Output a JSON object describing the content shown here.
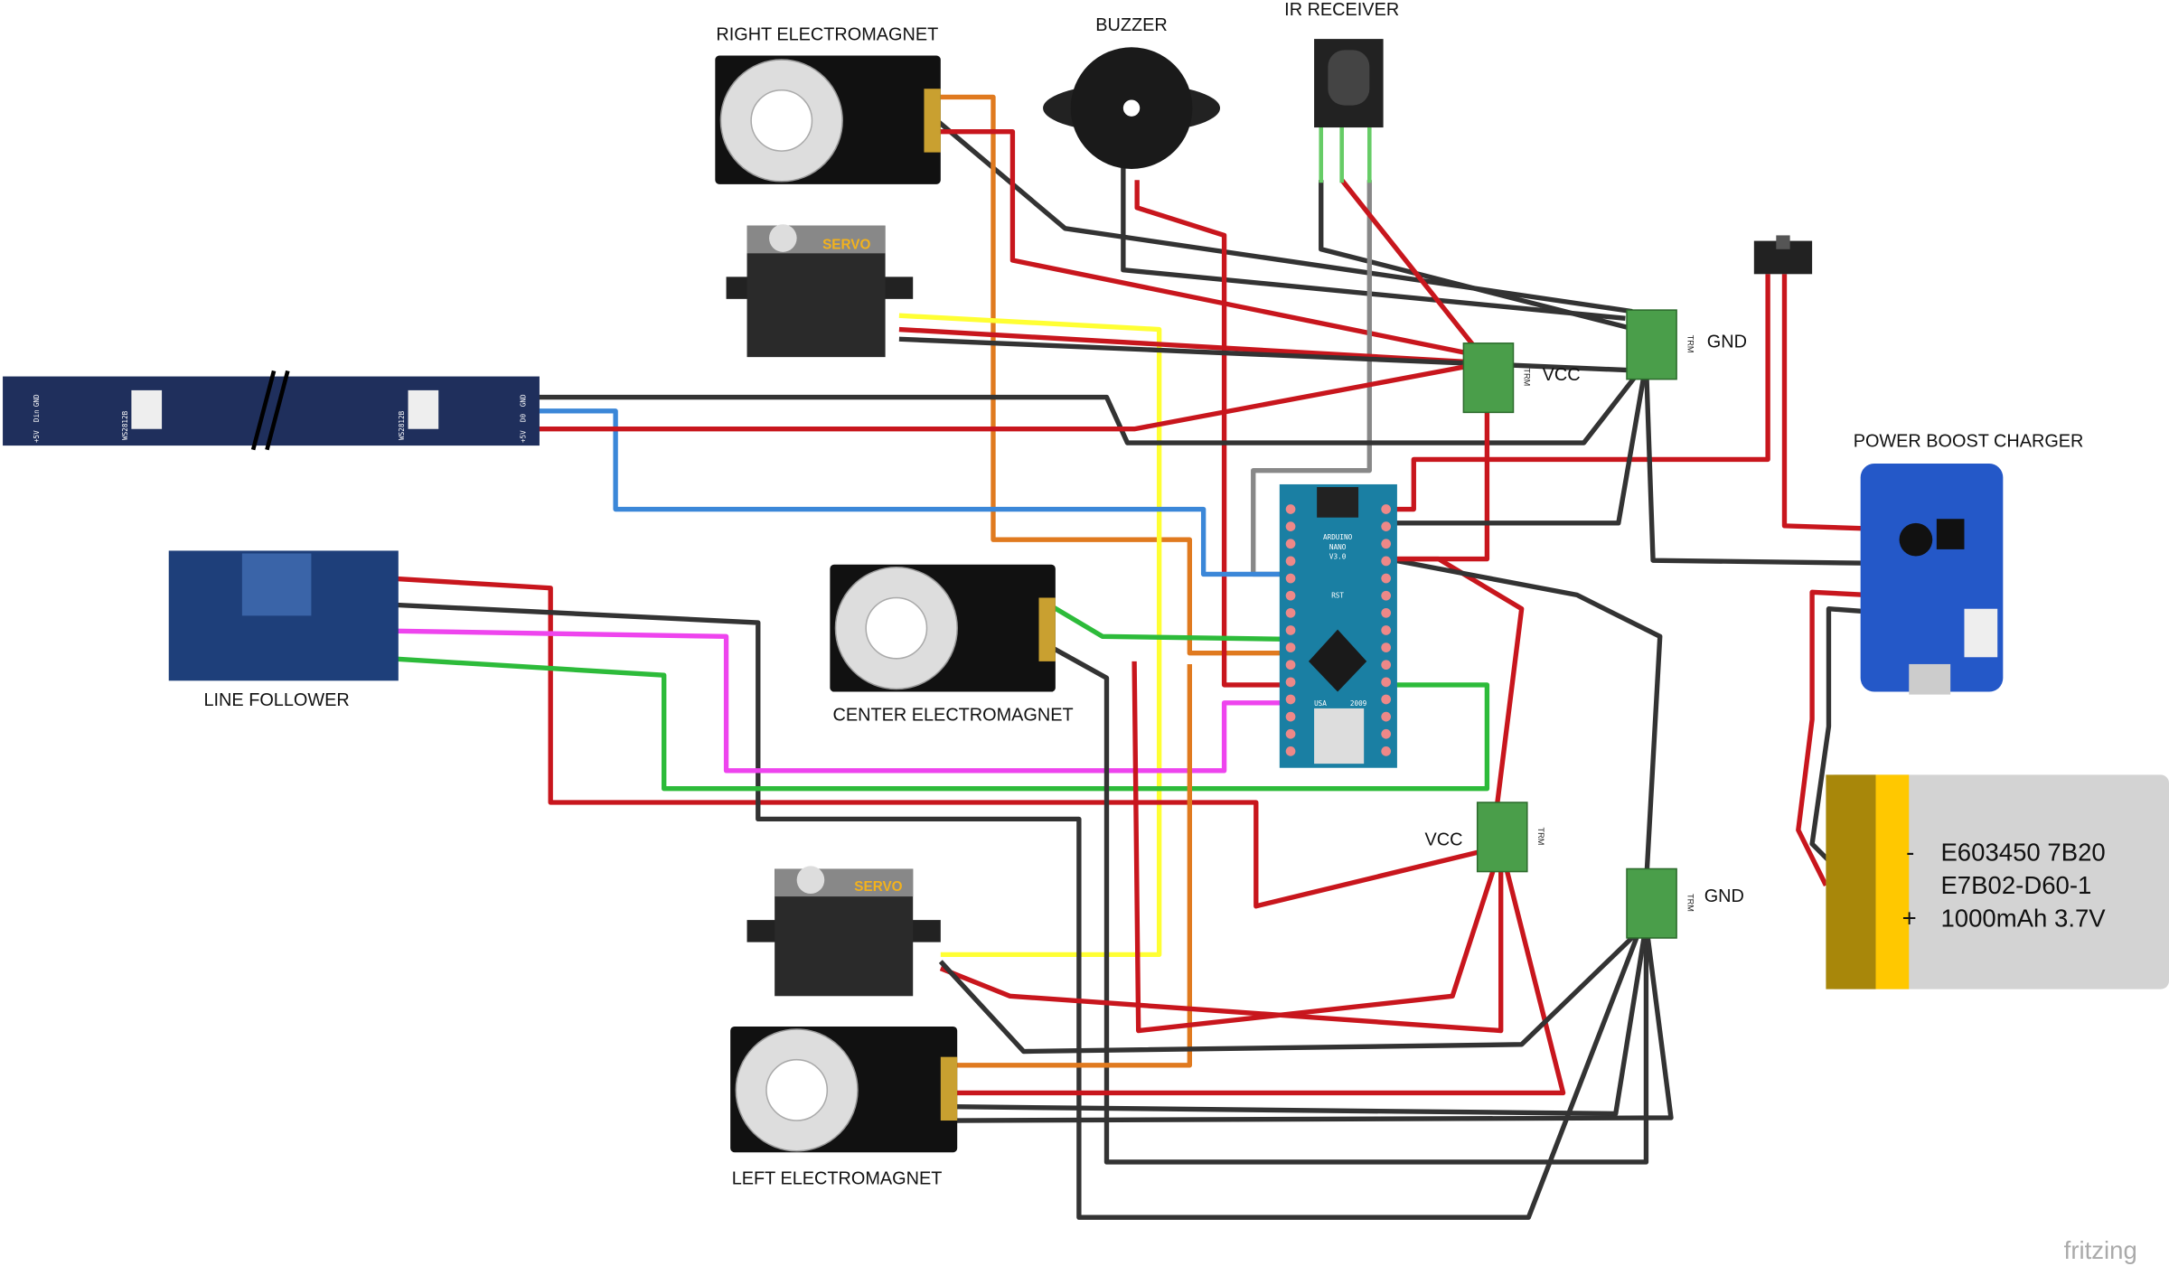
{
  "labels": {
    "right_magnet": "RIGHT ELECTROMAGNET",
    "buzzer": "BUZZER",
    "ir_receiver": "IR RECEIVER",
    "line_follower": "LINE FOLLOWER",
    "center_magnet": "CENTER ELECTROMAGNET",
    "left_magnet": "LEFT ELECTROMAGNET",
    "power_boost": "POWER BOOST CHARGER",
    "vcc_top": "VCC",
    "gnd_top": "GND",
    "vcc_bottom": "VCC",
    "gnd_bottom": "GND",
    "trm": "TRM",
    "servo": "SERVO"
  },
  "arduino": {
    "line1": "ARDUINO",
    "line2": "NANO",
    "line3": "V3.0",
    "rst": "RST",
    "usa": "USA",
    "year": "2009"
  },
  "led_strip": {
    "chip": "WS2812B",
    "pins": [
      "GND",
      "D0",
      "+5V"
    ],
    "in_pins": [
      "GND",
      "Din",
      "+5V"
    ]
  },
  "battery": {
    "line1": "E603450 7B20",
    "line2": "E7B02-D60-1",
    "line3": "1000mAh 3.7V",
    "minus": "-",
    "plus": "+"
  },
  "logo": "fritzing",
  "colors": {
    "red": "#c8161d",
    "black": "#333333",
    "yellow": "#ffff33",
    "orange": "#e07a1f",
    "green": "#2dbb3a",
    "magenta": "#ee44ee",
    "blue": "#3b87d8",
    "gray": "#888888",
    "board_blue": "#1f5fa8",
    "nano_teal": "#1a7fa3",
    "terminal_green": "#4a9e4a"
  }
}
